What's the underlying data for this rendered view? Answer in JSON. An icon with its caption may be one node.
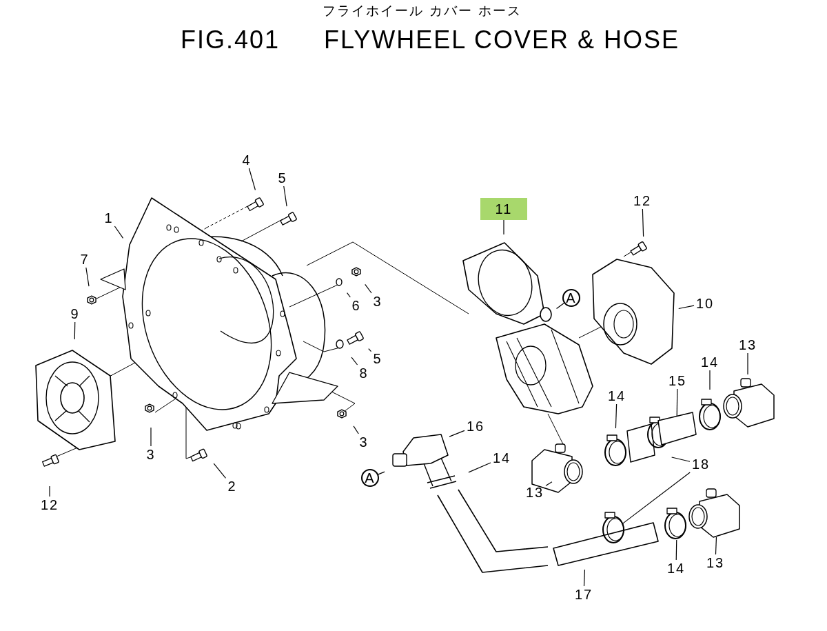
{
  "diagram": {
    "title": "FLYWHEEL COVER & HOSE",
    "nodes": [
      {
        "text": [
          "4"
        ]
      },
      {
        "text": [
          "5"
        ]
      },
      {
        "text": [
          "1"
        ]
      },
      {
        "text": [
          "7"
        ]
      },
      {
        "text": [
          "6"
        ]
      },
      {
        "text": [
          "3"
        ]
      },
      {
        "text": [
          "5"
        ]
      },
      {
        "text": [
          "8"
        ]
      },
      {
        "text": [
          "9"
        ]
      },
      {
        "text": [
          "3"
        ]
      },
      {
        "text": [
          "2"
        ]
      },
      {
        "text": [
          "3"
        ]
      },
      {
        "text": [
          "12"
        ]
      },
      {
        "text": [
          "11"
        ]
      },
      {
        "text": [
          "12"
        ]
      },
      {
        "text": [
          "A"
        ]
      },
      {
        "text": [
          "10"
        ]
      },
      {
        "text": [
          "13"
        ]
      },
      {
        "text": [
          "14"
        ]
      },
      {
        "text": [
          "15"
        ]
      },
      {
        "text": [
          "14"
        ]
      },
      {
        "text": [
          "16"
        ]
      },
      {
        "text": [
          "14"
        ]
      },
      {
        "text": [
          "A"
        ]
      },
      {
        "text": [
          "13"
        ]
      },
      {
        "text": [
          "18"
        ]
      },
      {
        "text": [
          "14"
        ]
      },
      {
        "text": [
          "13"
        ]
      },
      {
        "text": [
          "17"
        ]
      }
    ],
    "edges": [
      {
        "from": 0,
        "to": null,
        "arrow": "none"
      },
      {
        "from": 1,
        "to": null,
        "arrow": "none"
      },
      {
        "from": 2,
        "to": null,
        "arrow": "none"
      },
      {
        "from": 3,
        "to": null,
        "arrow": "none"
      },
      {
        "from": 4,
        "to": null,
        "arrow": "none"
      },
      {
        "from": 5,
        "to": null,
        "arrow": "none"
      },
      {
        "from": 6,
        "to": null,
        "arrow": "none"
      },
      {
        "from": 7,
        "to": null,
        "arrow": "none"
      },
      {
        "from": 8,
        "to": null,
        "arrow": "none"
      },
      {
        "from": 9,
        "to": null,
        "arrow": "none"
      },
      {
        "from": 10,
        "to": null,
        "arrow": "none"
      },
      {
        "from": 11,
        "to": null,
        "arrow": "none"
      },
      {
        "from": 12,
        "to": null,
        "arrow": "none"
      },
      {
        "from": 13,
        "to": null,
        "arrow": "none"
      },
      {
        "from": 14,
        "to": null,
        "arrow": "none"
      },
      {
        "from": 15,
        "to": null,
        "arrow": "none"
      },
      {
        "from": 16,
        "to": null,
        "arrow": "none"
      },
      {
        "from": 17,
        "to": null,
        "arrow": "none"
      },
      {
        "from": 18,
        "to": null,
        "arrow": "none"
      },
      {
        "from": 19,
        "to": null,
        "arrow": "none"
      },
      {
        "from": 20,
        "to": null,
        "arrow": "none"
      },
      {
        "from": 21,
        "to": null,
        "arrow": "none"
      },
      {
        "from": 22,
        "to": null,
        "arrow": "none"
      },
      {
        "from": 23,
        "to": null,
        "arrow": "none"
      },
      {
        "from": 24,
        "to": null,
        "arrow": "none"
      },
      {
        "from": 25,
        "to": null,
        "arrow": "none"
      },
      {
        "from": 25,
        "to": null,
        "arrow": "none"
      },
      {
        "from": 26,
        "to": null,
        "arrow": "none"
      },
      {
        "from": 27,
        "to": null,
        "arrow": "none"
      },
      {
        "from": 28,
        "to": null,
        "arrow": "none"
      }
    ],
    "labels": [
      "フライホイール カバー ホース",
      "FIG.401"
    ]
  }
}
